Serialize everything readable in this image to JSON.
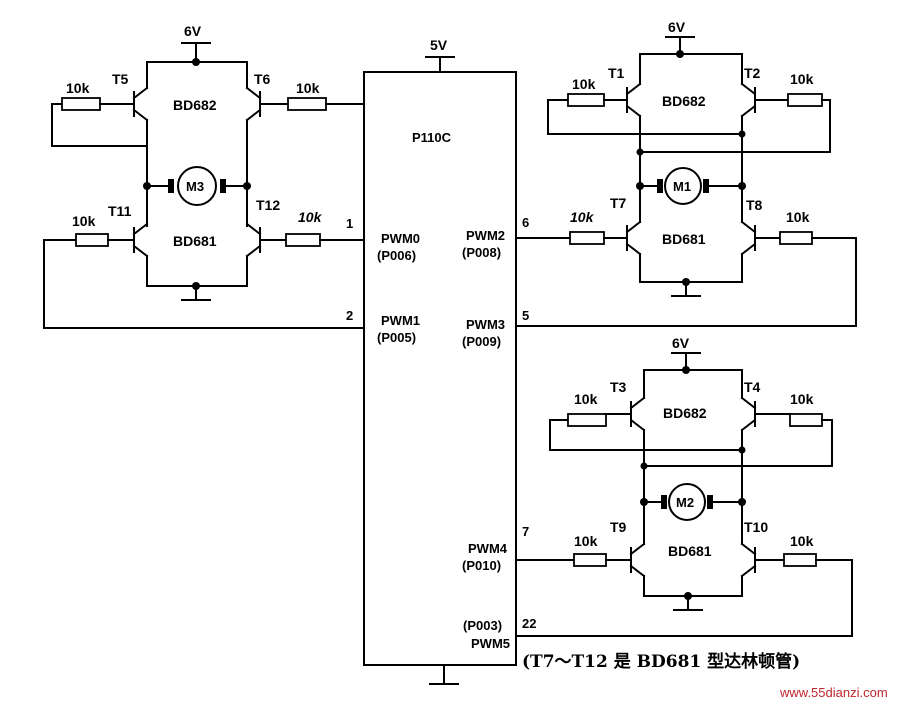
{
  "supply": {
    "v6": "6V",
    "v5": "5V"
  },
  "chip": {
    "name": "P110C",
    "pins": {
      "pwm0": {
        "num": "1",
        "name": "PWM0",
        "port": "(P006)"
      },
      "pwm1": {
        "num": "2",
        "name": "PWM1",
        "port": "(P005)"
      },
      "pwm2": {
        "num": "6",
        "name": "PWM2",
        "port": "(P008)"
      },
      "pwm3": {
        "num": "5",
        "name": "PWM3",
        "port": "(P009)"
      },
      "pwm4": {
        "num": "7",
        "name": "PWM4",
        "port": "(P010)"
      },
      "pwm5": {
        "num": "22",
        "name": "PWM5",
        "port": "(P003)"
      }
    }
  },
  "bridges": {
    "m3": {
      "motor": "M3",
      "top_left": "T5",
      "top_right": "T6",
      "bot_left": "T11",
      "bot_right": "T12",
      "top_type": "BD682",
      "bot_type": "BD681"
    },
    "m1": {
      "motor": "M1",
      "top_left": "T1",
      "top_right": "T2",
      "bot_left": "T7",
      "bot_right": "T8",
      "top_type": "BD682",
      "bot_type": "BD681"
    },
    "m2": {
      "motor": "M2",
      "top_left": "T3",
      "top_right": "T4",
      "bot_left": "T9",
      "bot_right": "T10",
      "top_type": "BD682",
      "bot_type": "BD681"
    }
  },
  "resistor": "10k",
  "note": "(T7～T12 是 BD681 型达林顿管)",
  "watermark": "www.55dianzi.com"
}
